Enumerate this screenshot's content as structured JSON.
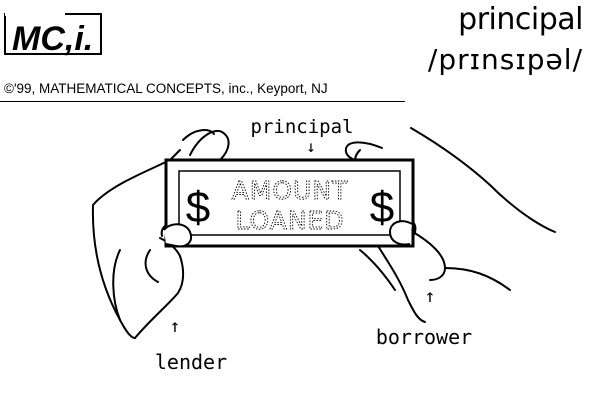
{
  "header": {
    "logo_text": "MC,i.",
    "word": "principal",
    "pronunciation": "/prɪnsɪpəl/",
    "copyright": "©'99, MATHEMATICAL CONCEPTS, inc., Keyport, NJ"
  },
  "illustration": {
    "top_label": "principal",
    "top_arrow": "↓",
    "bill_symbol": "$",
    "bill_line1": "AMOUNT",
    "bill_line2": "LOANED",
    "left_label": "lender",
    "left_arrow": "↑",
    "right_label": "borrower",
    "right_arrow": "↑"
  }
}
